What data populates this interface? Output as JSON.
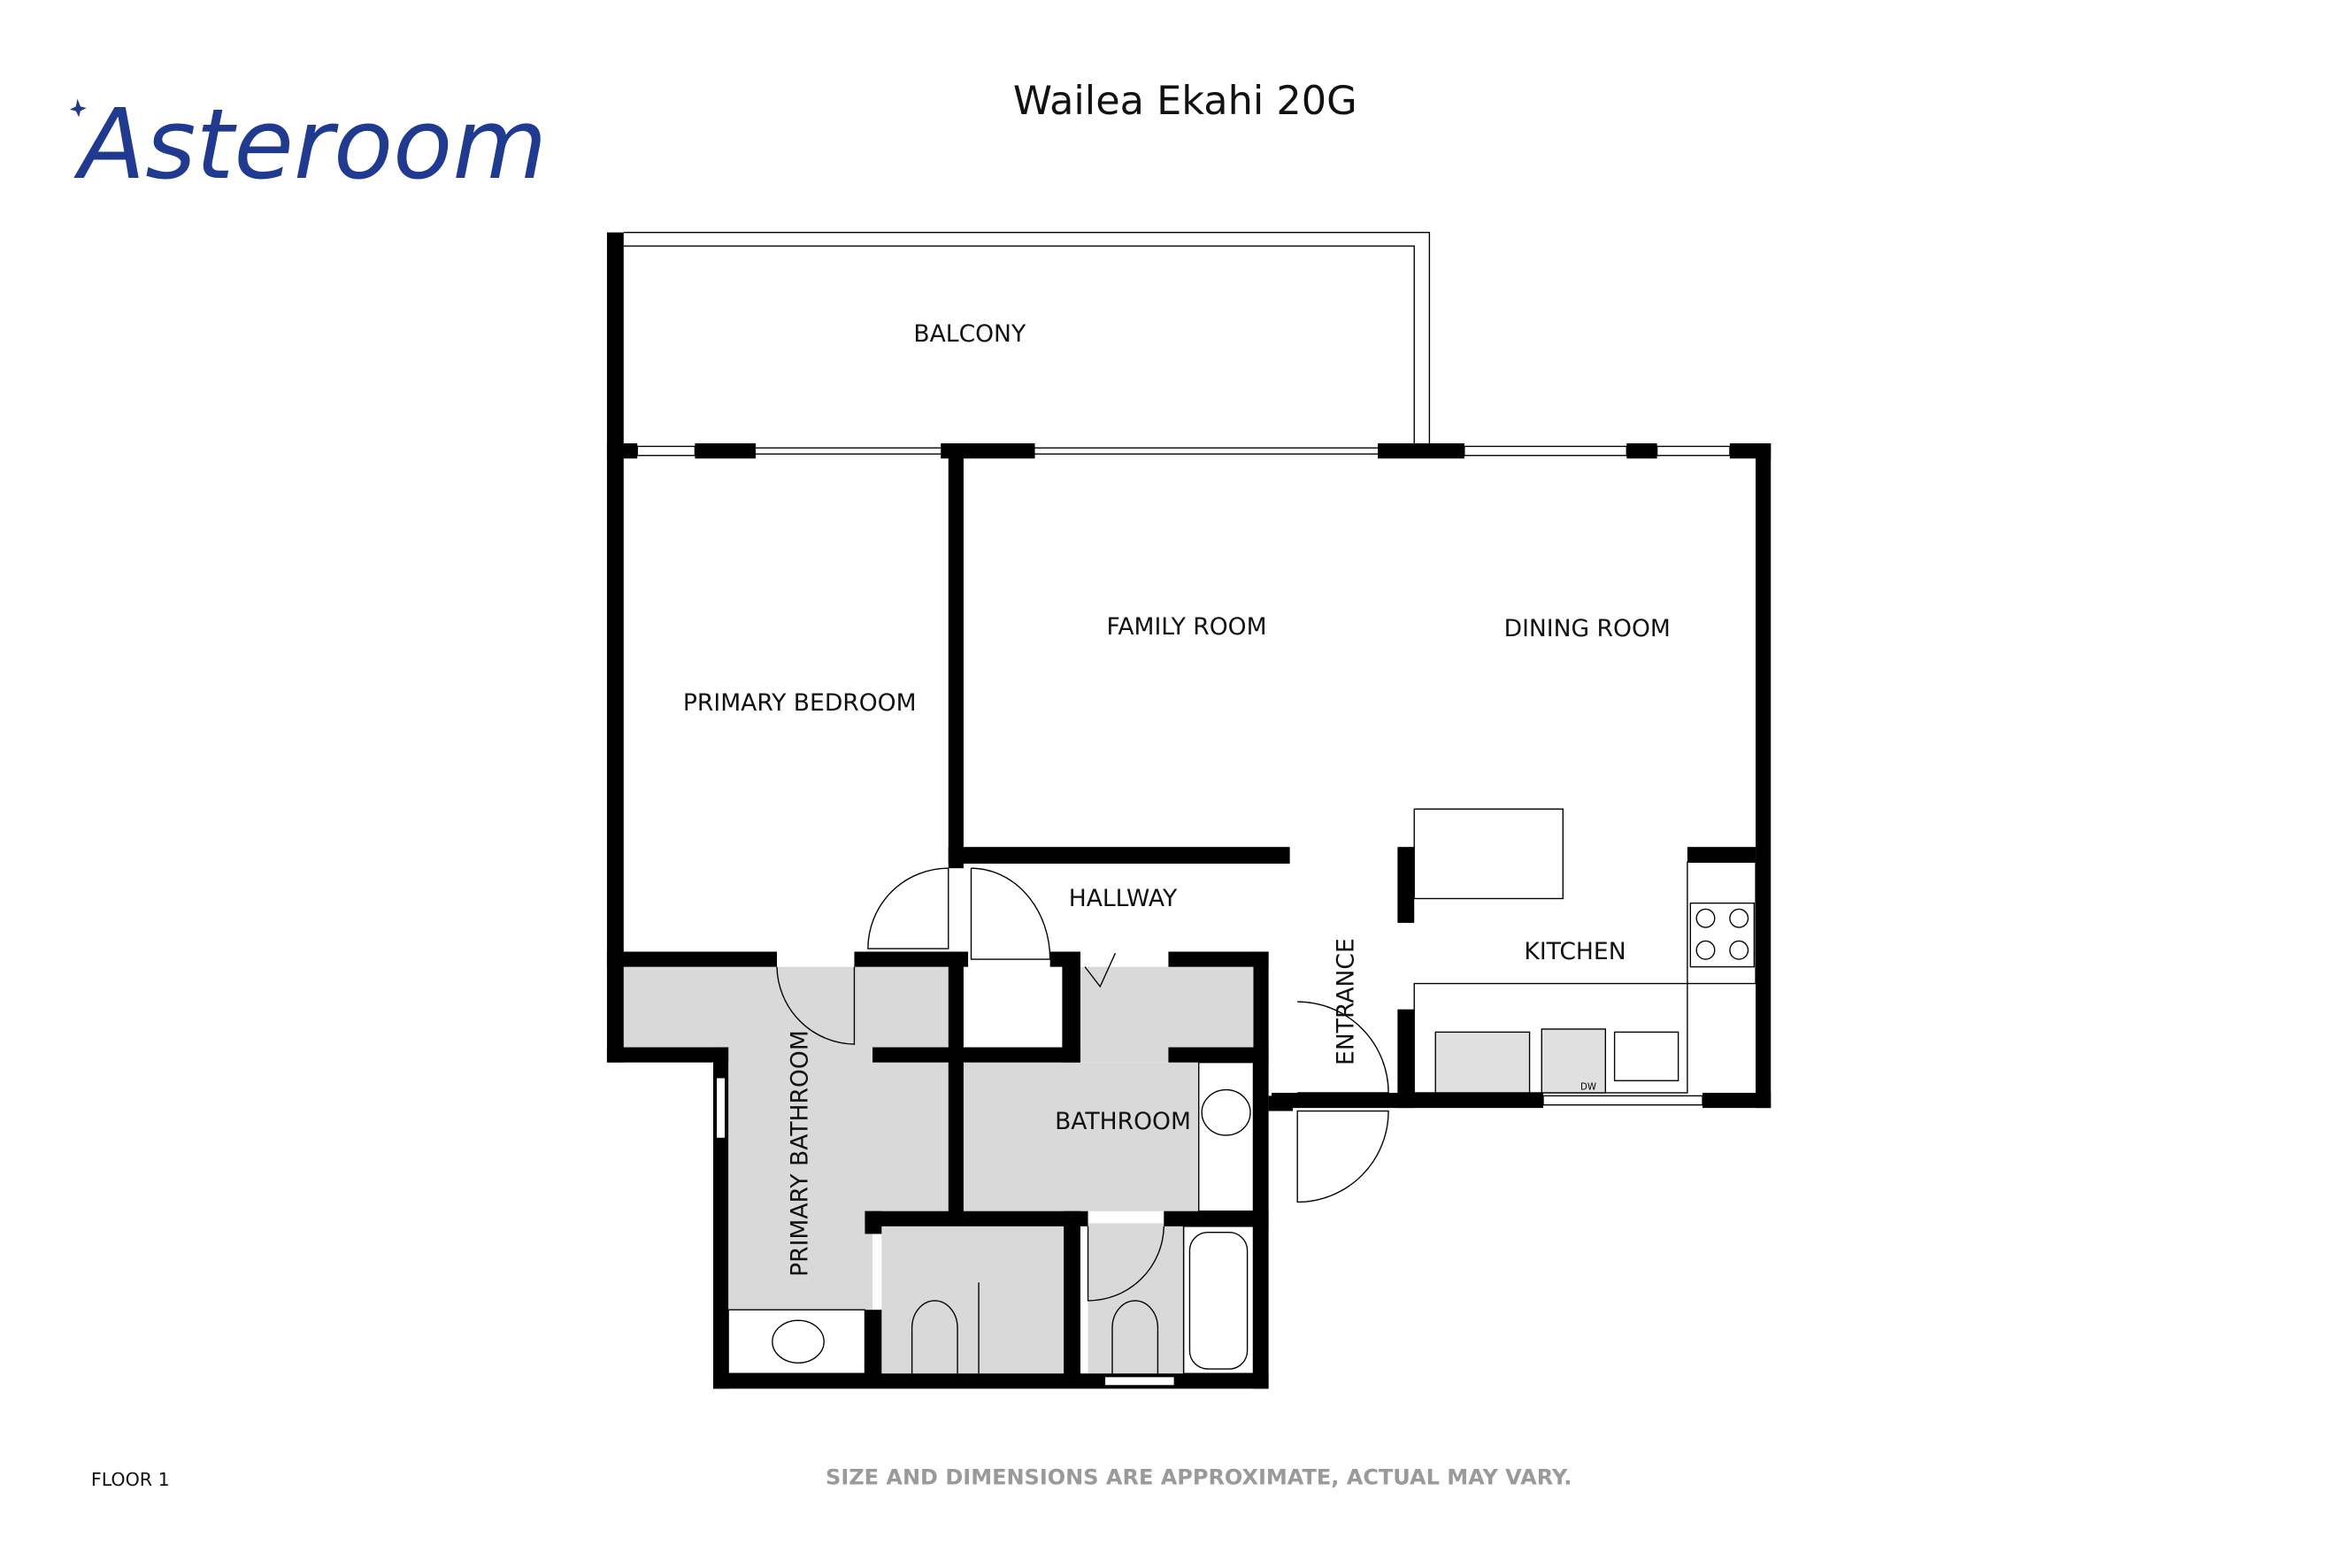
{
  "brand": {
    "logo_text": "Asteroom",
    "color": "#1f3a8f"
  },
  "title": "Wailea Ekahi 20G",
  "rooms": {
    "balcony": "BALCONY",
    "primary_bedroom": "PRIMARY BEDROOM",
    "family_room": "FAMILY ROOM",
    "dining_room": "DINING ROOM",
    "hallway": "HALLWAY",
    "kitchen": "KITCHEN",
    "entrance": "ENTRANCE",
    "primary_bathroom": "PRIMARY BATHROOM",
    "bathroom": "BATHROOM"
  },
  "appliance_labels": {
    "dishwasher": "DW"
  },
  "footer": {
    "floor": "FLOOR 1",
    "disclaimer": "SIZE AND DIMENSIONS ARE APPROXIMATE, ACTUAL MAY VARY."
  }
}
